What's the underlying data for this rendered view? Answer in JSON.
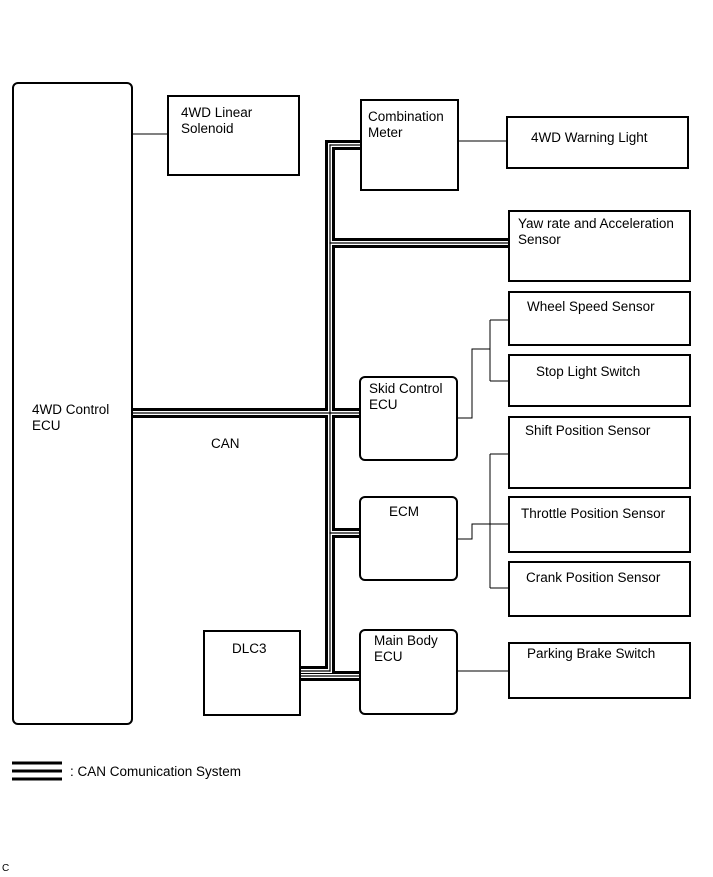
{
  "nodes": {
    "ecu_4wd": "4WD Control\nECU",
    "solenoid": "4WD Linear\nSolenoid",
    "combo_meter": "Combination\nMeter",
    "warning_light": "4WD Warning Light",
    "yaw_sensor": "Yaw rate and Acceleration\nSensor",
    "wheel_speed": "Wheel Speed Sensor",
    "stop_light": "Stop Light Switch",
    "skid_ecu": "Skid Control\nECU",
    "shift_pos": "Shift Position Sensor",
    "ecm": "ECM",
    "throttle_pos": "Throttle Position Sensor",
    "crank_pos": "Crank Position Sensor",
    "dlc3": "DLC3",
    "main_body_ecu": "Main Body\nECU",
    "parking_brake": "Parking Brake Switch"
  },
  "can_label": "CAN",
  "legend": {
    "text": ": CAN Comunication System"
  },
  "corner_code": "C",
  "colors": {
    "line": "#000000",
    "background": "#ffffff"
  }
}
